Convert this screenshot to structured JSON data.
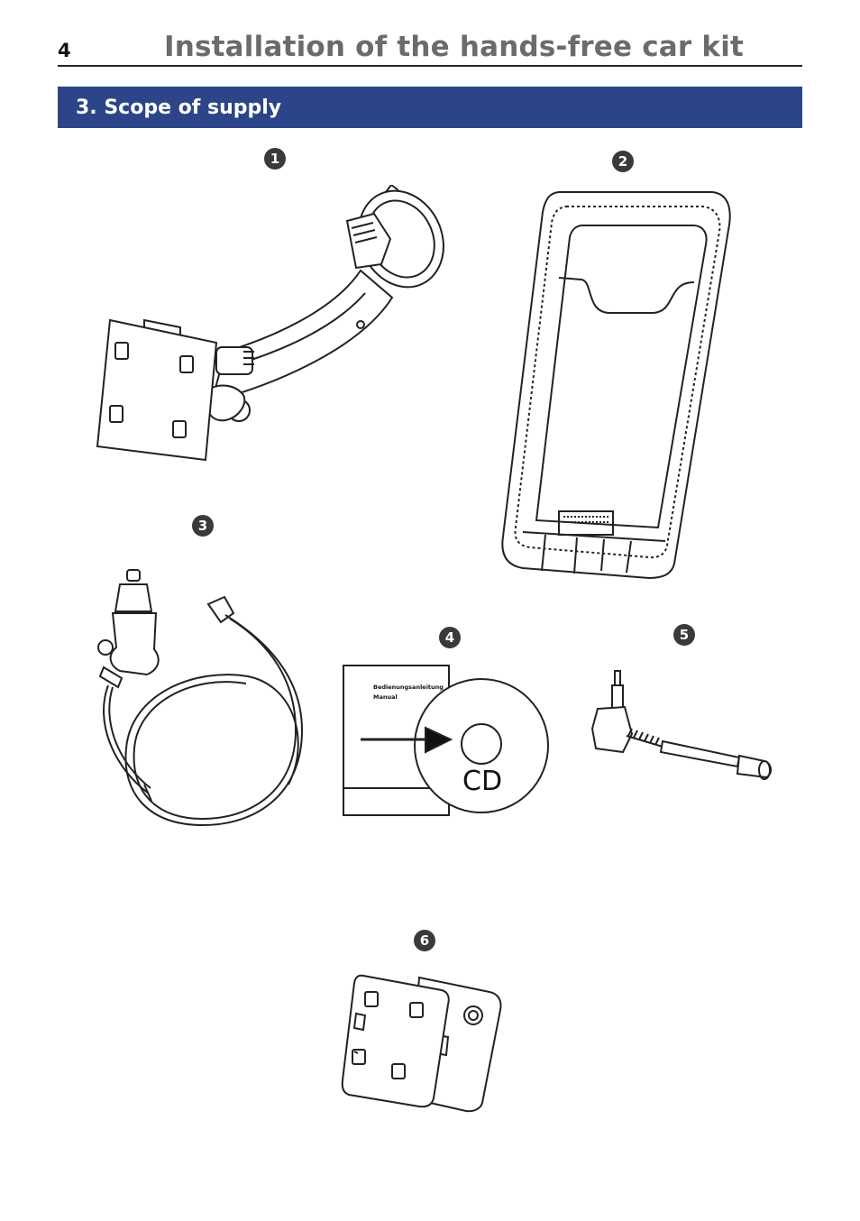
{
  "header": {
    "page_number": "4",
    "title": "Installation of the hands-free car kit"
  },
  "section": {
    "title": "3. Scope of supply"
  },
  "items": [
    {
      "number": "1",
      "icon": "windshield-mount-icon"
    },
    {
      "number": "2",
      "icon": "phone-cradle-icon"
    },
    {
      "number": "3",
      "icon": "car-charger-cable-icon"
    },
    {
      "number": "4",
      "icon": "manual-and-cd-icon"
    },
    {
      "number": "5",
      "icon": "audio-adapter-cable-icon"
    },
    {
      "number": "6",
      "icon": "adhesive-mounting-plates-icon"
    }
  ],
  "manual": {
    "line1": "Bedienungsanleitung",
    "line2": "Manual",
    "cd_label": "CD"
  },
  "colors": {
    "section_bar": "#2b4588",
    "title_text": "#6b6b6b",
    "badge": "#3a3a3a"
  }
}
